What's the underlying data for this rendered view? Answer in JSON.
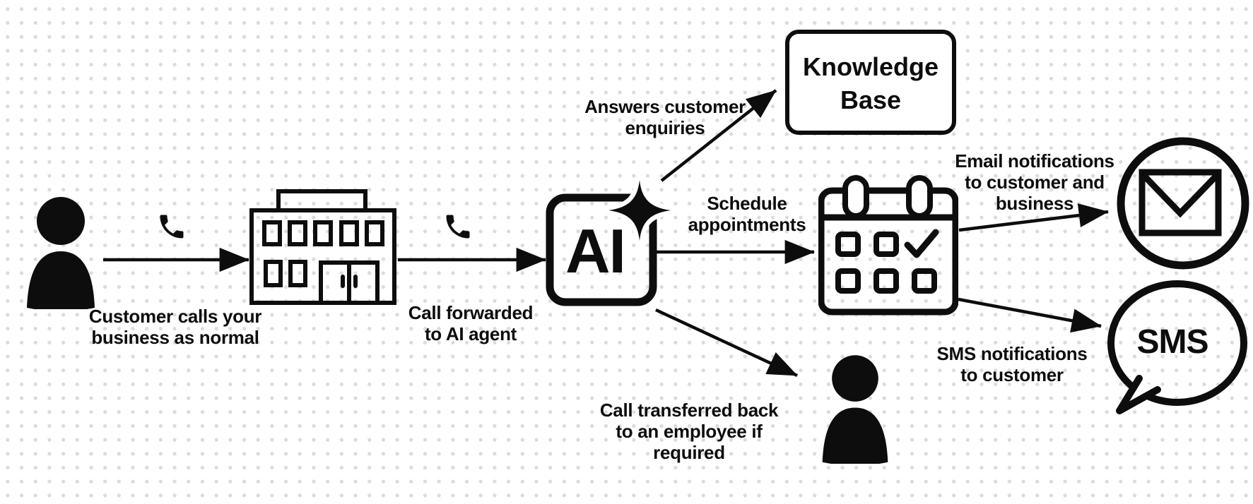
{
  "colors": {
    "ink": "#0d0d0d",
    "bg": "#ffffff",
    "dot": "#d8dce2"
  },
  "nodes": {
    "knowledge_base": {
      "label": "Knowledge\nBase"
    },
    "ai_agent": {
      "label": "AI"
    },
    "sms": {
      "label": "SMS"
    }
  },
  "labels": {
    "customer_calls": "Customer calls your\nbusiness as normal",
    "call_forwarded": "Call forwarded\nto AI agent",
    "answers_enquiries": "Answers customer\nenquiries",
    "schedule_appointments": "Schedule\nappointments",
    "email_notifications": "Email notifications\nto customer and\nbusiness",
    "sms_notifications": "SMS notifications\nto customer",
    "call_transferred": "Call transferred back\nto an employee if\nrequired"
  },
  "icons": {
    "person": "person-silhouette",
    "phone": "phone-handset",
    "building": "office-building",
    "ai": "ai-sparkle-box",
    "calendar": "calendar-with-check",
    "email": "envelope-in-circle",
    "sms": "sms-speech-bubble"
  }
}
